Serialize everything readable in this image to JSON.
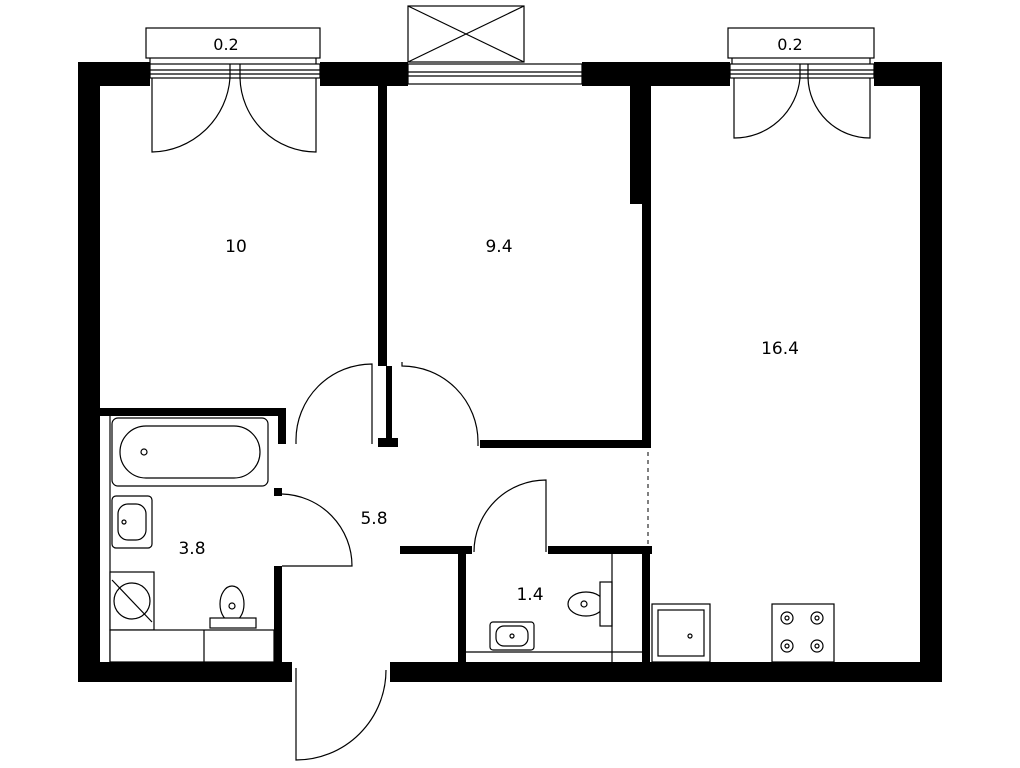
{
  "floor_plan": {
    "rooms": [
      {
        "id": "room-bedroom-left",
        "area": "10"
      },
      {
        "id": "room-bedroom-middle",
        "area": "9.4"
      },
      {
        "id": "room-kitchen-living",
        "area": "16.4"
      },
      {
        "id": "room-hallway",
        "area": "5.8"
      },
      {
        "id": "room-bathroom",
        "area": "3.8"
      },
      {
        "id": "room-wc",
        "area": "1.4"
      }
    ],
    "balconies": [
      {
        "id": "balcony-left",
        "area": "0.2"
      },
      {
        "id": "balcony-right",
        "area": "0.2"
      }
    ],
    "colors": {
      "wall": "#000000",
      "line": "#000000",
      "background": "#ffffff"
    }
  }
}
